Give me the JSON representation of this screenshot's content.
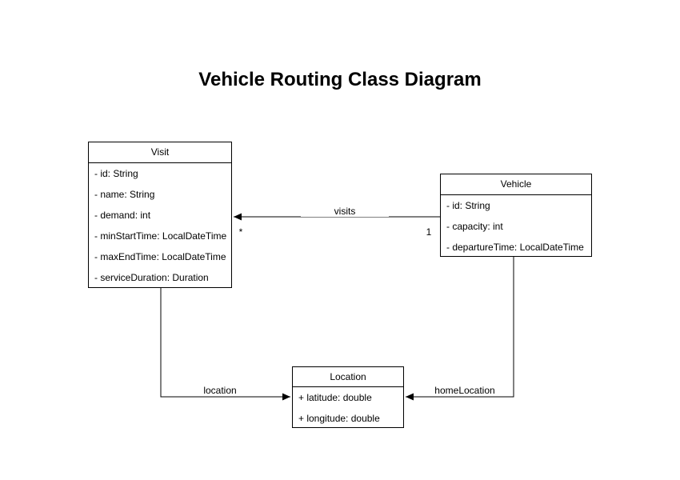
{
  "title": "Vehicle Routing Class Diagram",
  "classes": {
    "visit": {
      "name": "Visit",
      "attributes": [
        "- id: String",
        "- name: String",
        "- demand: int",
        "- minStartTime: LocalDateTime",
        "- maxEndTime: LocalDateTime",
        "- serviceDuration: Duration"
      ]
    },
    "vehicle": {
      "name": "Vehicle",
      "attributes": [
        "- id: String",
        "- capacity: int",
        "- departureTime: LocalDateTime"
      ]
    },
    "location": {
      "name": "Location",
      "attributes": [
        "+ latitude: double",
        "+ longitude: double"
      ]
    }
  },
  "edges": {
    "visits": {
      "label": "visits",
      "source": "Vehicle",
      "target": "Visit",
      "source_multiplicity": "1",
      "target_multiplicity": "*"
    },
    "location": {
      "label": "location",
      "source": "Visit",
      "target": "Location"
    },
    "homeLocation": {
      "label": "homeLocation",
      "source": "Vehicle",
      "target": "Location"
    }
  },
  "colors": {
    "background": "#ffffff",
    "line": "#000000",
    "box_border": "#000000",
    "box_fill": "#ffffff",
    "text": "#000000"
  }
}
